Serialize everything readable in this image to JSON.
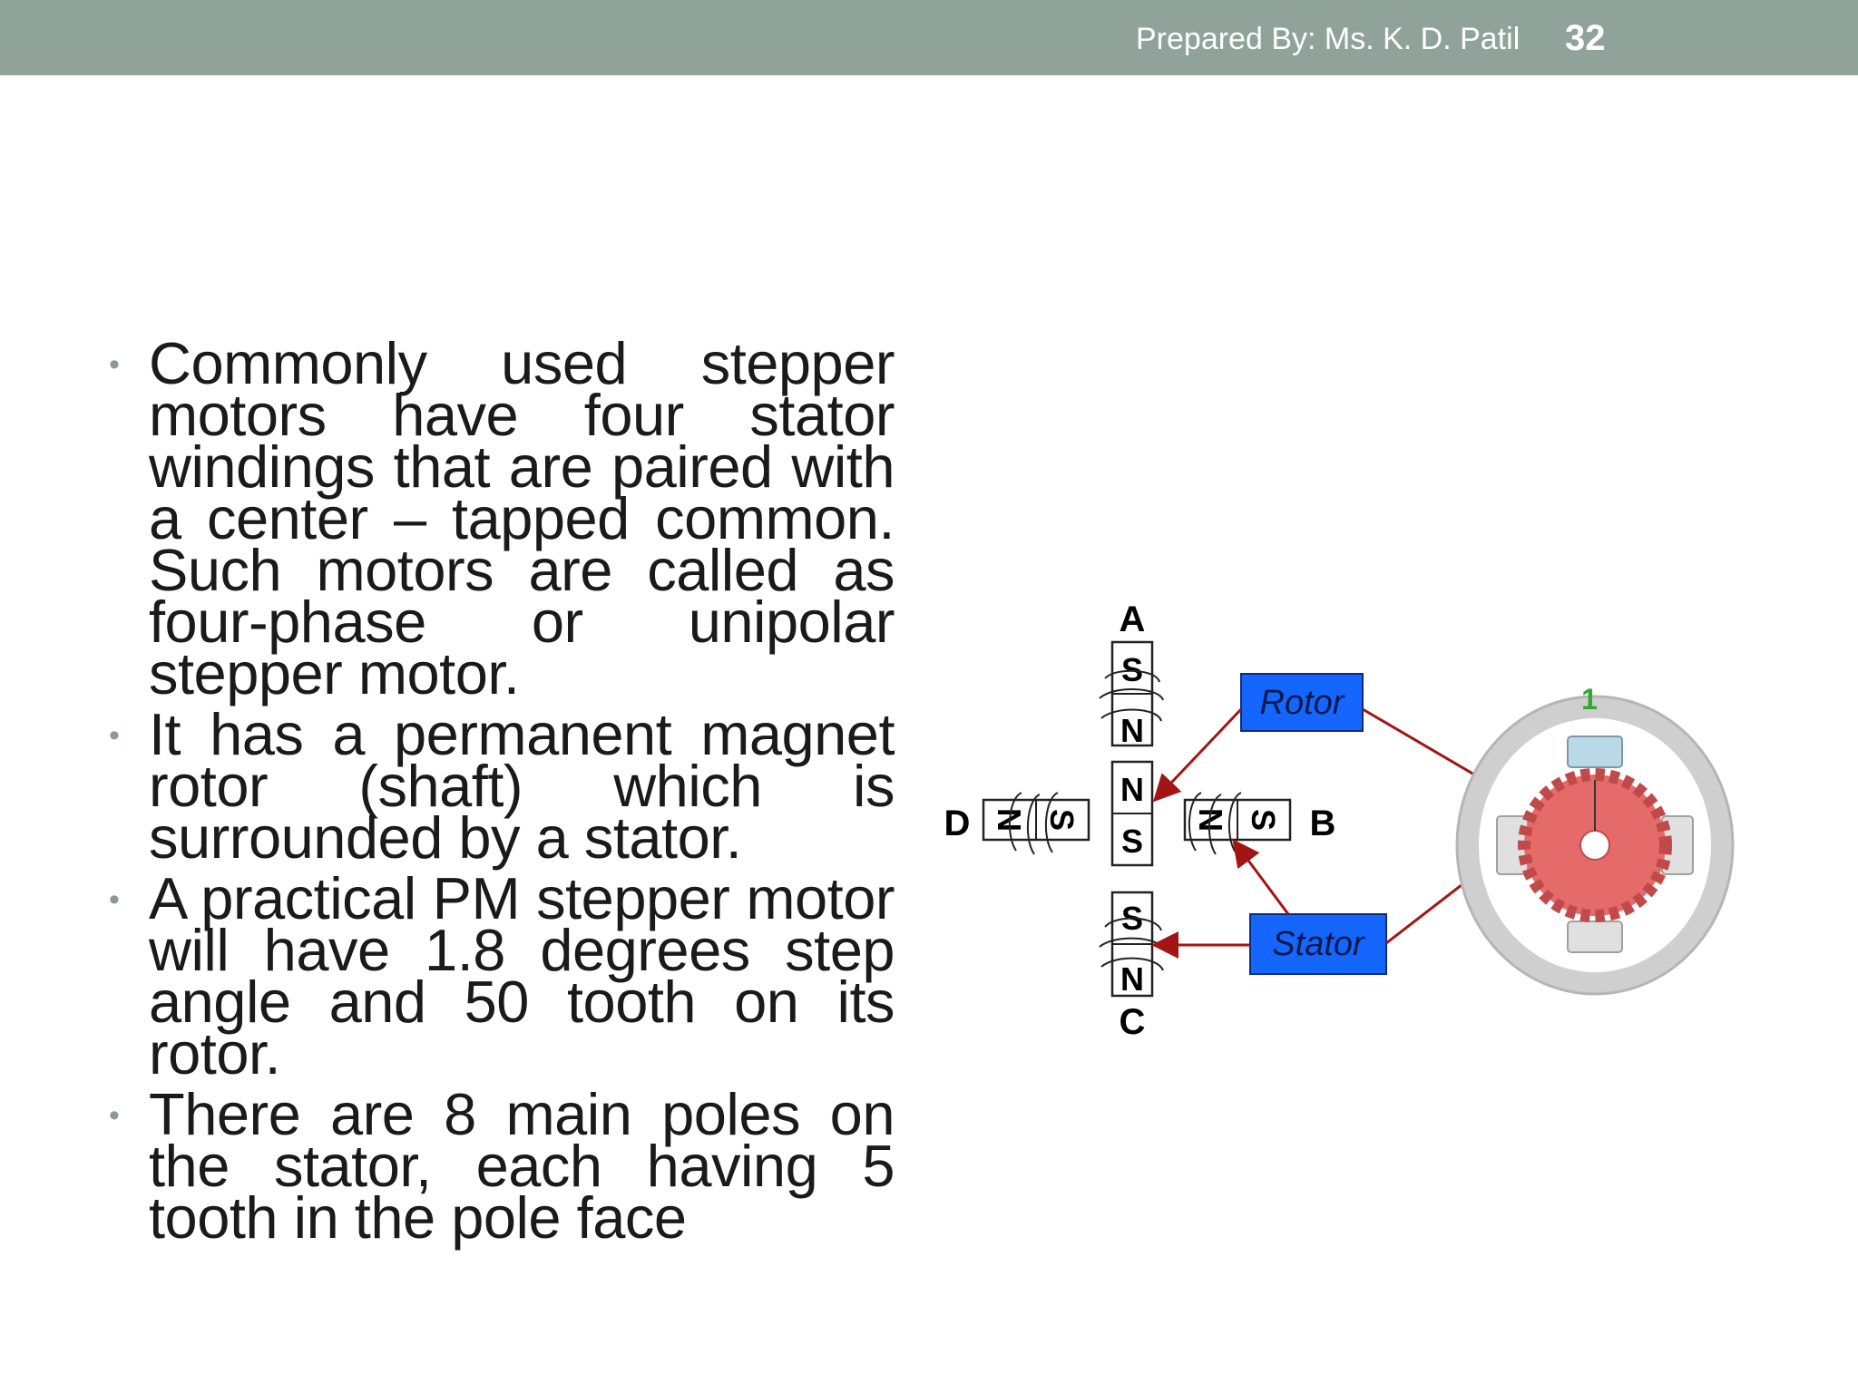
{
  "header": {
    "author": "Prepared By: Ms. K. D. Patil",
    "page_number": "32"
  },
  "bullets": [
    "Commonly used stepper motors have four stator windings that are paired with a center – tapped common. Such motors are called as four-phase or unipolar stepper motor.",
    "It has a permanent magnet rotor (shaft) which is surrounded by a stator.",
    "A practical PM stepper motor will have 1.8 degrees step angle and 50 tooth on its rotor.",
    "There are 8 main poles on the stator, each having 5 tooth in the pole face"
  ],
  "diagram": {
    "phase_a": "A",
    "phase_b": "B",
    "phase_c": "C",
    "phase_d": "D",
    "pole_s": "S",
    "pole_n": "N",
    "rotor_label": "Rotor",
    "stator_label": "Stator",
    "step_marker": "1",
    "colors": {
      "label_box": "#1565ff",
      "arrow": "#a31515",
      "rotor": "#e56a6a",
      "stator_ring": "#d4d4d4",
      "marker": "#2ea82e"
    }
  }
}
